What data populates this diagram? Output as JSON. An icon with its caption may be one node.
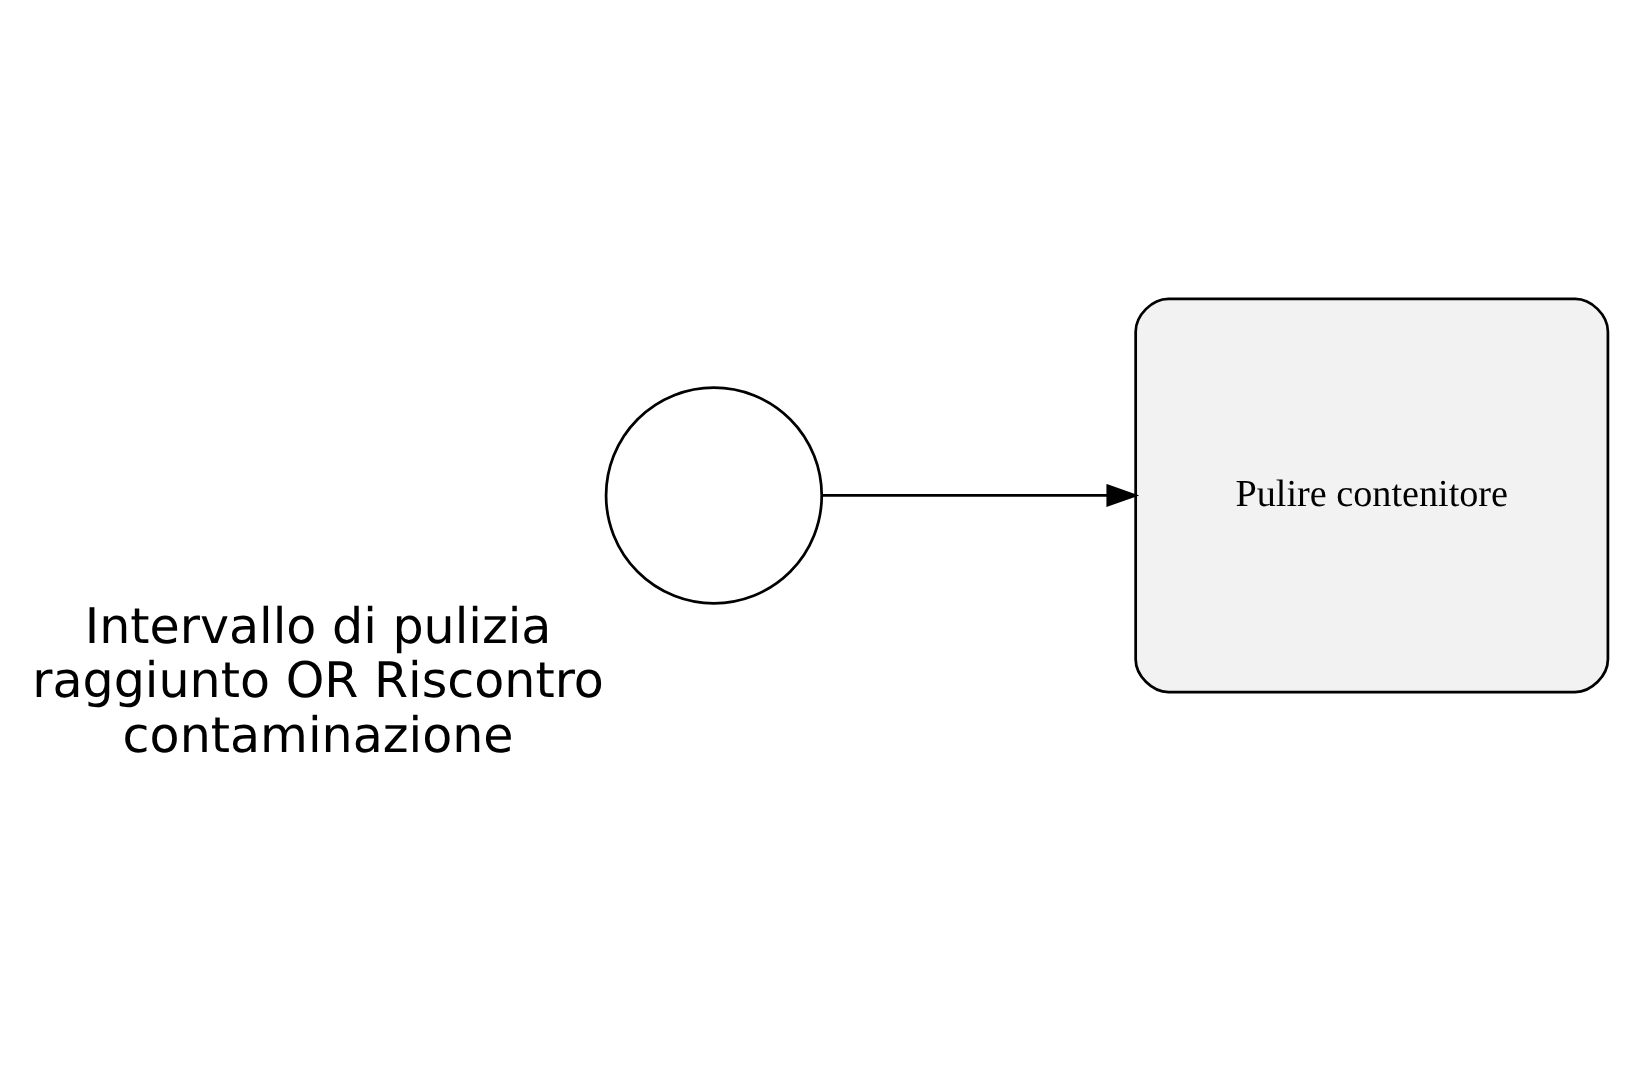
{
  "diagram": {
    "nodes": [
      {
        "text": [],
        "shape": "circle",
        "beside": [
          "Intervallo di pulizia raggiunto OR Riscontro contaminazione"
        ]
      },
      {
        "text": [
          "Pulire contenitore"
        ]
      }
    ],
    "edges": [
      {
        "from": 0,
        "to": 1,
        "arrow": "to"
      }
    ]
  }
}
